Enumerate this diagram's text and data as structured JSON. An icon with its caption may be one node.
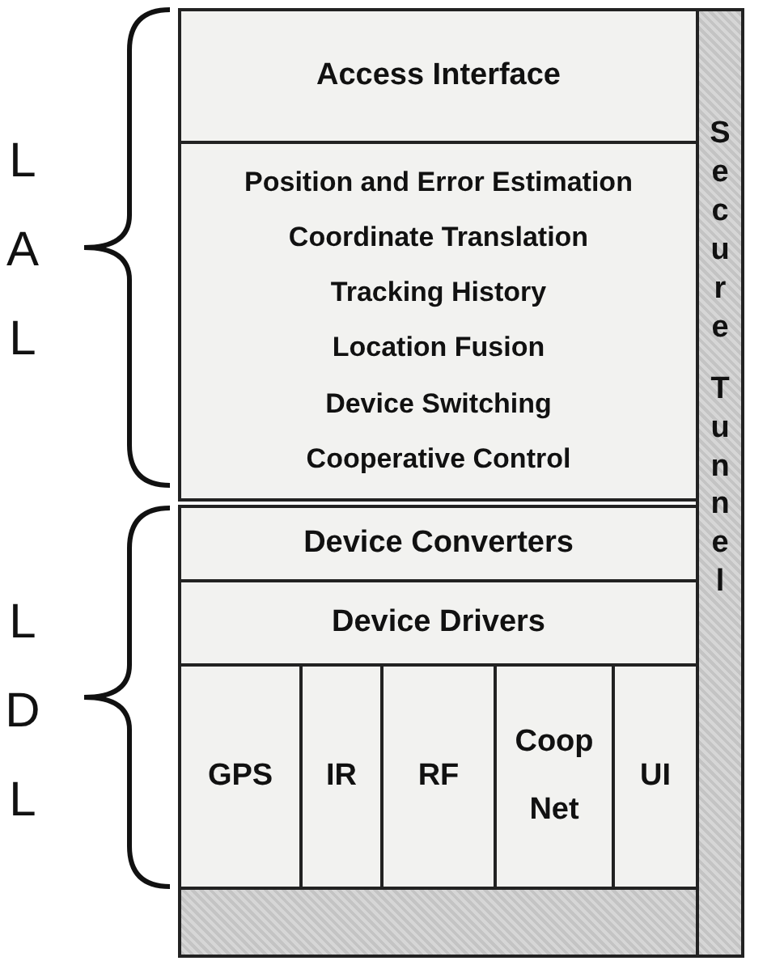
{
  "diagram": {
    "nodes": [
      {
        "text": [
          "Access Interface"
        ]
      },
      {
        "text": [
          "Position and Error Estimation",
          "Coordinate Translation",
          "Tracking History",
          "Location Fusion",
          "Device Switching",
          "Cooperative Control"
        ]
      },
      {
        "text": [
          "Device Converters"
        ]
      },
      {
        "text": [
          "Device Drivers"
        ]
      },
      {
        "text": [
          "GPS"
        ]
      },
      {
        "text": [
          "IR"
        ]
      },
      {
        "text": [
          "RF"
        ]
      },
      {
        "text": [
          "Coop Net"
        ]
      },
      {
        "text": [
          "UI"
        ]
      },
      {
        "text": [
          "Secure Tunnel"
        ]
      },
      {
        "text": [],
        "shape": "bar"
      }
    ],
    "labels": [
      "LAL",
      "LDL"
    ]
  }
}
